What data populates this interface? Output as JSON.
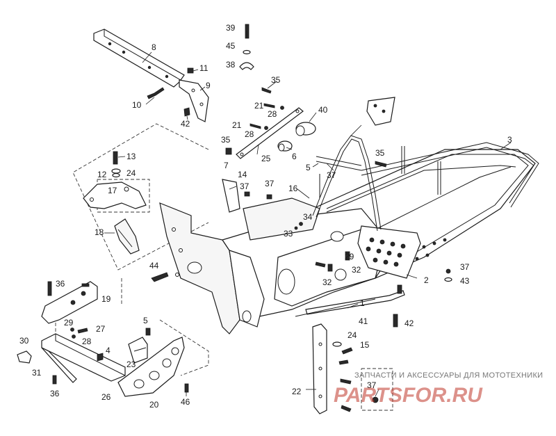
{
  "labels": [
    {
      "id": "p39",
      "text": "39"
    },
    {
      "id": "p45",
      "text": "45"
    },
    {
      "id": "p38",
      "text": "38"
    },
    {
      "id": "p8",
      "text": "8"
    },
    {
      "id": "p11",
      "text": "11"
    },
    {
      "id": "p9",
      "text": "9"
    },
    {
      "id": "p10",
      "text": "10"
    },
    {
      "id": "p42a",
      "text": "42"
    },
    {
      "id": "p35a",
      "text": "35"
    },
    {
      "id": "p21a",
      "text": "21"
    },
    {
      "id": "p28a",
      "text": "28"
    },
    {
      "id": "p40",
      "text": "40"
    },
    {
      "id": "p21b",
      "text": "21"
    },
    {
      "id": "p28b",
      "text": "28"
    },
    {
      "id": "p6",
      "text": "6"
    },
    {
      "id": "p35b",
      "text": "35"
    },
    {
      "id": "p7",
      "text": "7"
    },
    {
      "id": "p25",
      "text": "25"
    },
    {
      "id": "p3",
      "text": "3"
    },
    {
      "id": "p35c",
      "text": "35"
    },
    {
      "id": "p5a",
      "text": "5"
    },
    {
      "id": "p37a",
      "text": "37"
    },
    {
      "id": "p13",
      "text": "13"
    },
    {
      "id": "p12",
      "text": "12"
    },
    {
      "id": "p24a",
      "text": "24"
    },
    {
      "id": "p14",
      "text": "14"
    },
    {
      "id": "p37b",
      "text": "37"
    },
    {
      "id": "p37c",
      "text": "37"
    },
    {
      "id": "p16",
      "text": "16"
    },
    {
      "id": "p17",
      "text": "17"
    },
    {
      "id": "p34",
      "text": "34"
    },
    {
      "id": "p18",
      "text": "18"
    },
    {
      "id": "p33",
      "text": "33"
    },
    {
      "id": "p29a",
      "text": "29"
    },
    {
      "id": "p32a",
      "text": "32"
    },
    {
      "id": "p32b",
      "text": "32"
    },
    {
      "id": "p44",
      "text": "44"
    },
    {
      "id": "p37d",
      "text": "37"
    },
    {
      "id": "p2",
      "text": "2"
    },
    {
      "id": "p43",
      "text": "43"
    },
    {
      "id": "p36a",
      "text": "36"
    },
    {
      "id": "p19",
      "text": "19"
    },
    {
      "id": "p1",
      "text": "1"
    },
    {
      "id": "p41",
      "text": "41"
    },
    {
      "id": "p42b",
      "text": "42"
    },
    {
      "id": "p5b",
      "text": "5"
    },
    {
      "id": "p29b",
      "text": "29"
    },
    {
      "id": "p27",
      "text": "27"
    },
    {
      "id": "p28c",
      "text": "28"
    },
    {
      "id": "p24b",
      "text": "24"
    },
    {
      "id": "p15",
      "text": "15"
    },
    {
      "id": "p30",
      "text": "30"
    },
    {
      "id": "p4",
      "text": "4"
    },
    {
      "id": "p23",
      "text": "23"
    },
    {
      "id": "p31",
      "text": "31"
    },
    {
      "id": "p37e",
      "text": "37"
    },
    {
      "id": "p22",
      "text": "22"
    },
    {
      "id": "p36b",
      "text": "36"
    },
    {
      "id": "p26",
      "text": "26"
    },
    {
      "id": "p20",
      "text": "20"
    },
    {
      "id": "p46",
      "text": "46"
    }
  ],
  "watermark": {
    "top_line": "ЗАПЧАСТИ И АКСЕССУАРЫ ДЛЯ МОТОТЕХНИКИ",
    "brand": "PARTSFOR.RU",
    "color": "#c0392b"
  }
}
